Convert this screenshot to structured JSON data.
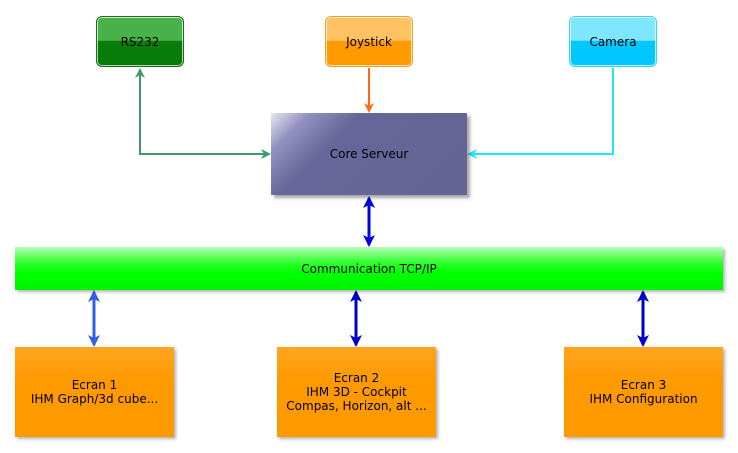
{
  "nodes": {
    "rs232": "RS232",
    "joystick": "Joystick",
    "camera": "Camera",
    "core": "Core Serveur",
    "bus": "Communication TCP/IP",
    "ecran1": "Ecran 1\nIHM Graph/3d cube...",
    "ecran2": "Ecran 2\nIHM 3D - Cockpit\nCompas, Horizon, alt ...",
    "ecran3": "Ecran 3\nIHM Configuration"
  },
  "colors": {
    "rs232_link": "#3a9a6a",
    "joystick_link": "#ff6a10",
    "camera_link": "#20e8f0",
    "core_bus_link": "#0000e0",
    "ecran1_link": "#3060e8",
    "ecran2_link": "#0000cc",
    "ecran3_link": "#0000cc"
  }
}
